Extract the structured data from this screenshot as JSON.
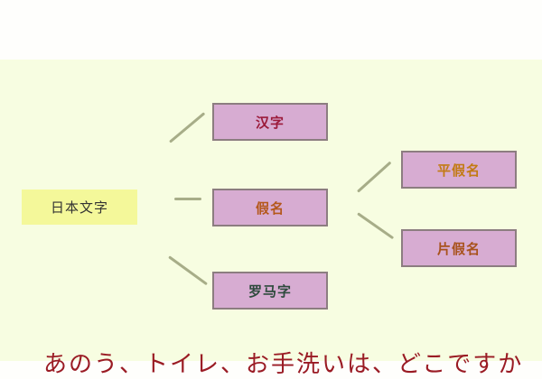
{
  "diagram": {
    "root": {
      "label": "日本文字"
    },
    "children": [
      {
        "label": "汉字",
        "color": "#9b1a3a"
      },
      {
        "label": "假名",
        "color": "#b4581c"
      },
      {
        "label": "罗马字",
        "color": "#2d4a3c"
      }
    ],
    "kana_children": [
      {
        "label": "平假名",
        "color": "#c27a12"
      },
      {
        "label": "片假名",
        "color": "#a8521c"
      }
    ],
    "colors": {
      "background": "#f7fde1",
      "root_fill": "#f4f89a",
      "node_fill": "#d7acd2",
      "node_border": "#8c7d80",
      "connector": "#a7ad88"
    }
  },
  "caption": {
    "text": "あのう、トイレ、お手洗いは、どこですか"
  }
}
